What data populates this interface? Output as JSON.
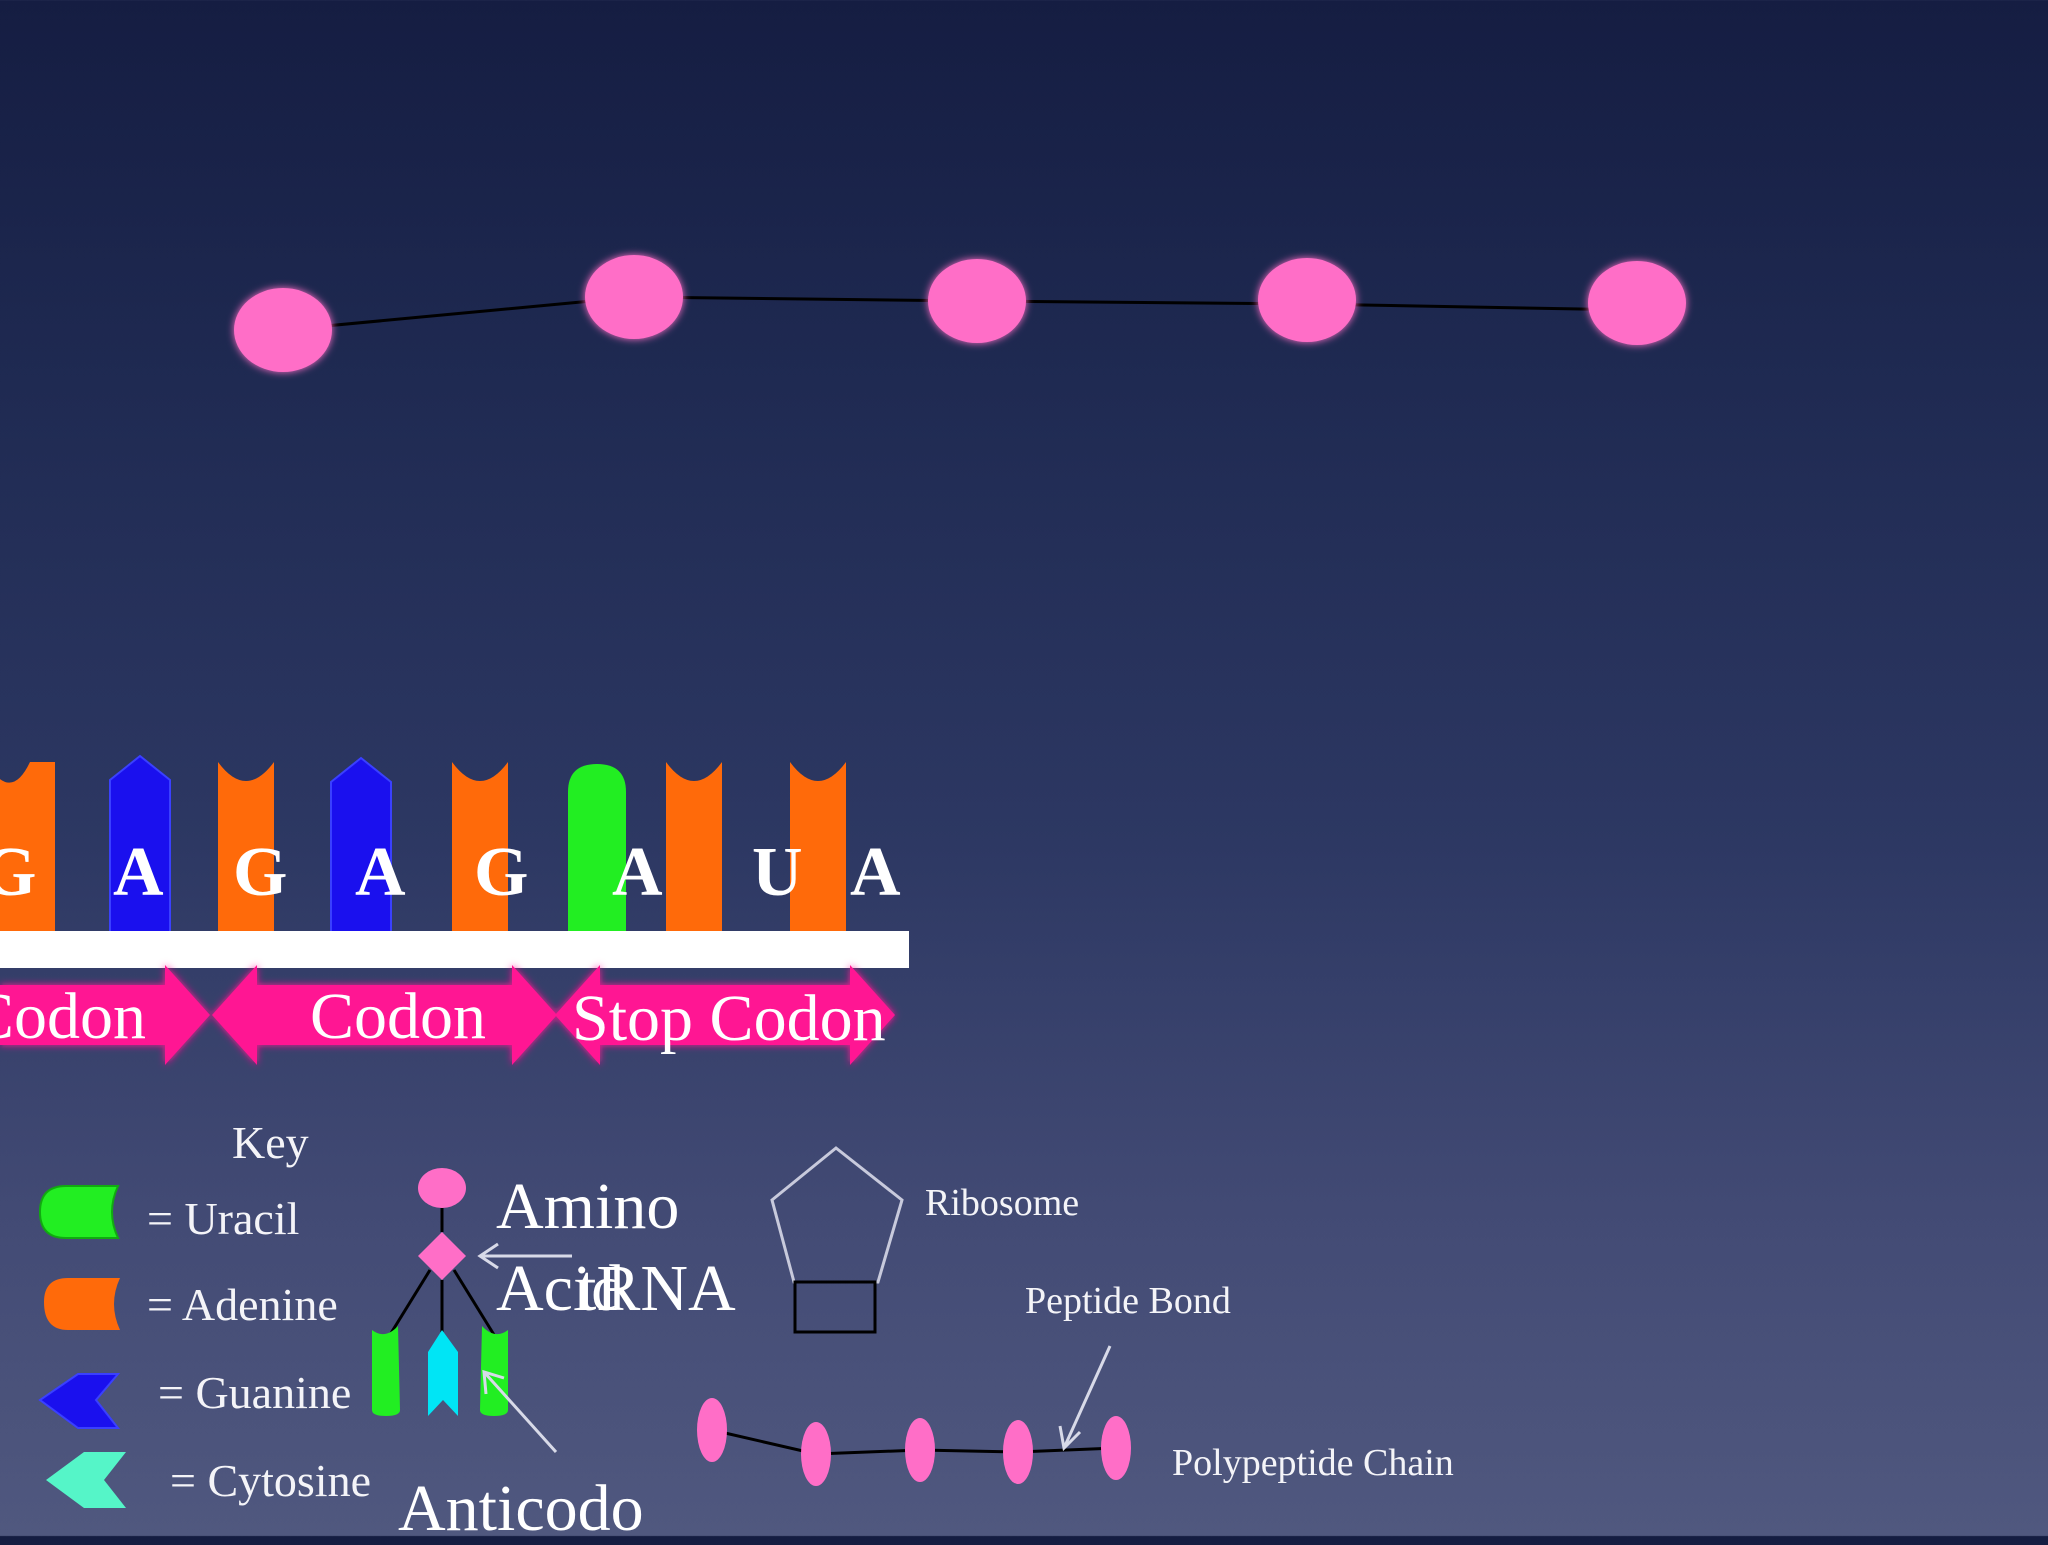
{
  "mrna": {
    "bases": [
      "G",
      "A",
      "G",
      "A",
      "G",
      "A",
      "U",
      "A"
    ]
  },
  "codons": [
    "Codon",
    "Codon",
    "Stop Codon"
  ],
  "key": {
    "title": "Key",
    "items": [
      {
        "label": "= Uracil",
        "color": "#22ee22",
        "icon": "uracil-shape"
      },
      {
        "label": "= Adenine",
        "color": "#ff6a0a",
        "icon": "adenine-shape"
      },
      {
        "label": "= Guanine",
        "color": "#1a10ee",
        "icon": "guanine-shape"
      },
      {
        "label": "= Cytosine",
        "color": "#55f5c8",
        "icon": "cytosine-shape"
      }
    ]
  },
  "labels": {
    "amino": "Amino",
    "acid": "Acid",
    "trna": "tRNA",
    "anticodon": "Anticodo",
    "ribosome": "Ribosome",
    "peptide_bond": "Peptide Bond",
    "polypeptide_chain": "Polypeptide Chain"
  },
  "colors": {
    "amino_acid": "#ff6ec7",
    "codon_arrow": "#ff1493",
    "mrna_strand": "#ffffff",
    "uracil": "#22ee22",
    "adenine": "#ff6a0a",
    "guanine": "#1a10ee",
    "cytosine": "#55f5c8"
  }
}
